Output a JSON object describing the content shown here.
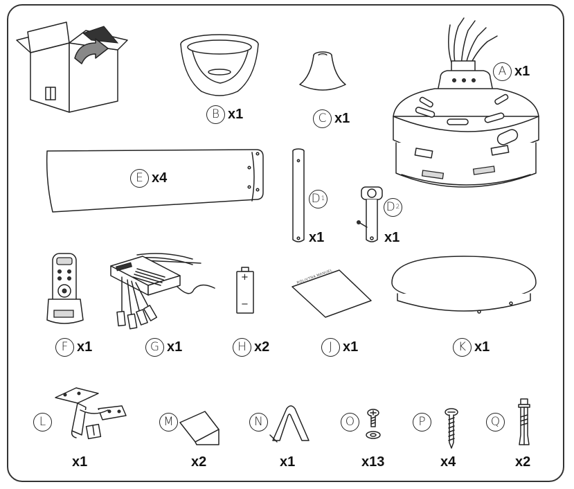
{
  "parts": [
    {
      "id": "A",
      "qty": "x1",
      "name": "motor-housing"
    },
    {
      "id": "B",
      "qty": "x1",
      "name": "canopy"
    },
    {
      "id": "C",
      "qty": "x1",
      "name": "canopy-cover"
    },
    {
      "id": "D",
      "sub": "1",
      "qty": "x1",
      "name": "downrod"
    },
    {
      "id": "D",
      "sub": "2",
      "qty": "x1",
      "name": "short-downrod"
    },
    {
      "id": "E",
      "qty": "x4",
      "name": "blade"
    },
    {
      "id": "F",
      "qty": "x1",
      "name": "remote-control"
    },
    {
      "id": "G",
      "qty": "x1",
      "name": "receiver"
    },
    {
      "id": "H",
      "qty": "x2",
      "name": "battery"
    },
    {
      "id": "J",
      "qty": "x1",
      "name": "manual"
    },
    {
      "id": "K",
      "qty": "x1",
      "name": "light-cover"
    },
    {
      "id": "L",
      "qty": "x1",
      "name": "mounting-bracket"
    },
    {
      "id": "M",
      "qty": "x2",
      "name": "balancing-kit"
    },
    {
      "id": "N",
      "qty": "x1",
      "name": "balancing-clip"
    },
    {
      "id": "O",
      "qty": "x13",
      "name": "screw-washer"
    },
    {
      "id": "P",
      "qty": "x4",
      "name": "wood-screw"
    },
    {
      "id": "Q",
      "qty": "x2",
      "name": "anchor-bolt"
    }
  ],
  "battery": {
    "plus": "+",
    "minus": "−"
  },
  "manual_cover_text": "ROLIVTNA MANUEL",
  "colors": {
    "stroke": "#222222",
    "frame": "#333333",
    "fill_light": "#d9d9d9",
    "background": "#ffffff"
  }
}
